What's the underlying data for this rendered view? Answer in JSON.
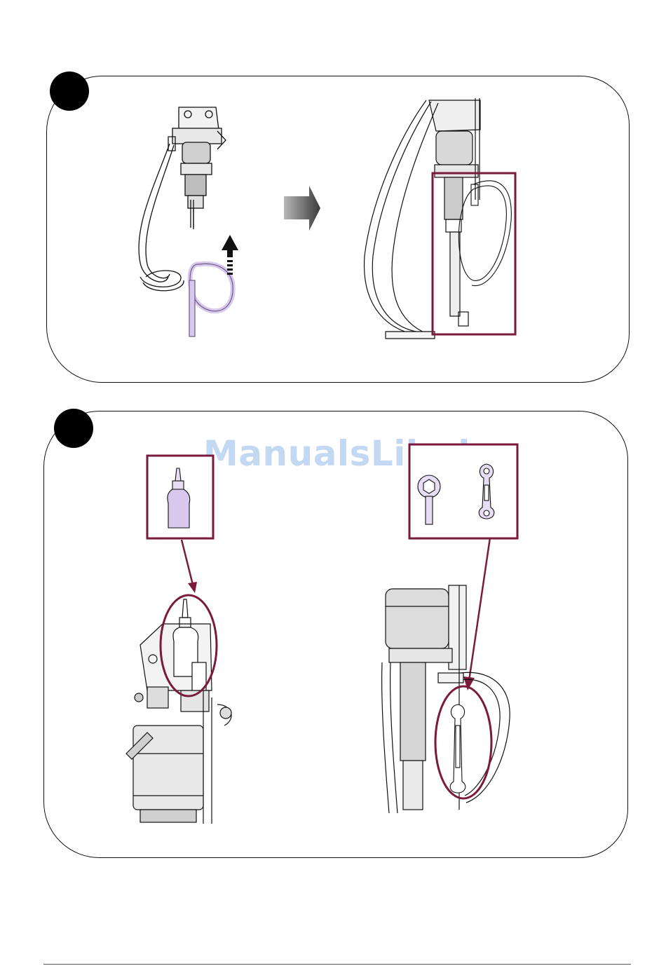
{
  "watermark": {
    "text": "ManualsLib.de"
  },
  "colors": {
    "highlight": "#7a1a3c",
    "hose_tint": "#d9c8ee",
    "outline": "#111111",
    "watermark": "#a9c8ee"
  },
  "panels": [
    {
      "step_icon": "filled-black-circle"
    },
    {
      "step_icon": "filled-black-circle"
    }
  ]
}
